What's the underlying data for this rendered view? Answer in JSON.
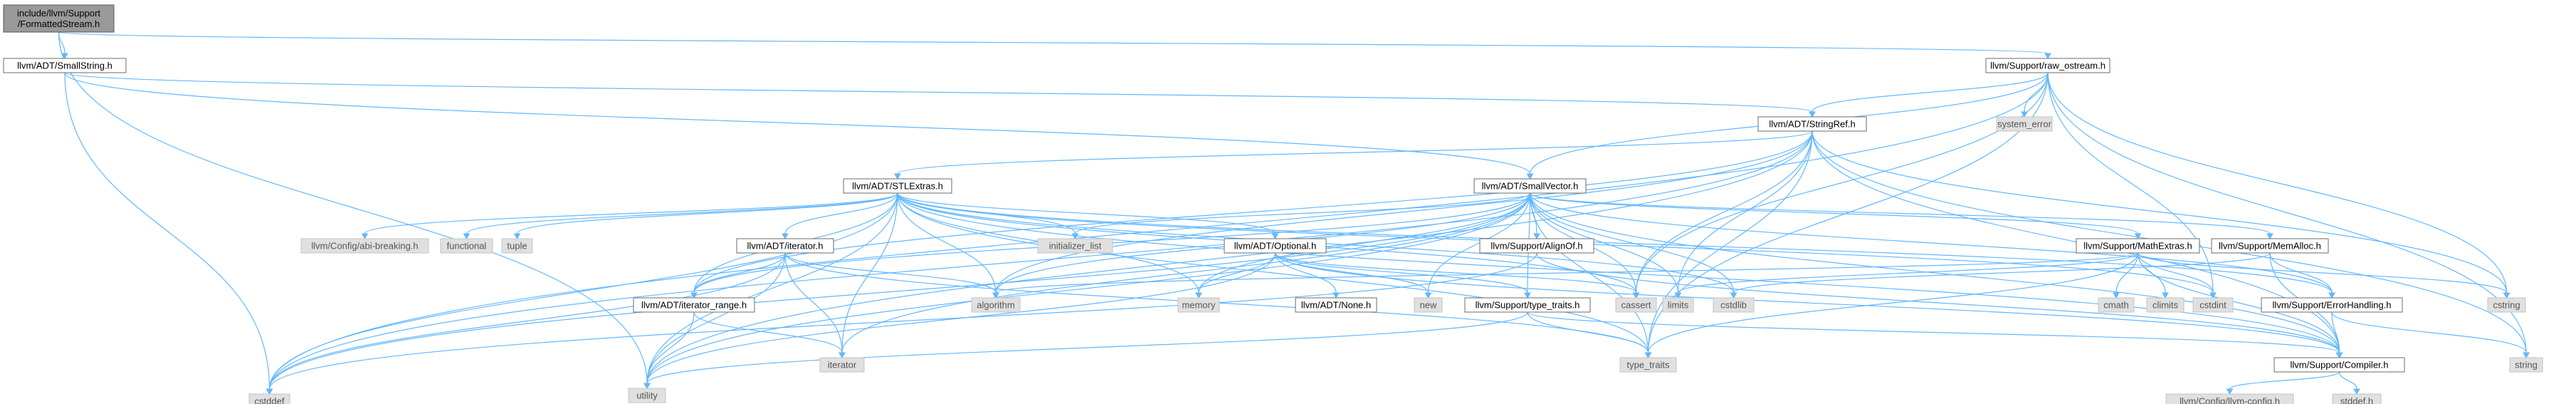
{
  "graph": {
    "kind": "include-dependency-graph",
    "root": "n0",
    "colors": {
      "edge": "#63b8ff",
      "root_fill": "#9a9a9a",
      "local_fill": "#ffffff",
      "system_fill": "#e0e0e0"
    },
    "nodes": [
      {
        "id": "n0",
        "label": [
          "include/llvm/Support",
          "/FormattedStream.h"
        ],
        "kind": "main"
      },
      {
        "id": "n1",
        "label": [
          "llvm/ADT/SmallString.h"
        ],
        "kind": "local"
      },
      {
        "id": "n2",
        "label": [
          "llvm/Support/raw_ostream.h"
        ],
        "kind": "local"
      },
      {
        "id": "n3",
        "label": [
          "utility"
        ],
        "kind": "system"
      },
      {
        "id": "n4",
        "label": [
          "llvm/ADT/StringRef.h"
        ],
        "kind": "local"
      },
      {
        "id": "n5",
        "label": [
          "llvm/ADT/SmallVector.h"
        ],
        "kind": "local"
      },
      {
        "id": "n6",
        "label": [
          "cstddef"
        ],
        "kind": "system"
      },
      {
        "id": "n7",
        "label": [
          "llvm/ADT/STLExtras.h"
        ],
        "kind": "local"
      },
      {
        "id": "n8",
        "label": [
          "system_error"
        ],
        "kind": "system"
      },
      {
        "id": "n9",
        "label": [
          "llvm/Config/abi-breaking.h"
        ],
        "kind": "system"
      },
      {
        "id": "n10",
        "label": [
          "functional"
        ],
        "kind": "system"
      },
      {
        "id": "n11",
        "label": [
          "tuple"
        ],
        "kind": "system"
      },
      {
        "id": "n12",
        "label": [
          "llvm/ADT/iterator.h"
        ],
        "kind": "local"
      },
      {
        "id": "n13",
        "label": [
          "initializer_list"
        ],
        "kind": "system"
      },
      {
        "id": "n14",
        "label": [
          "llvm/ADT/Optional.h"
        ],
        "kind": "local"
      },
      {
        "id": "n15",
        "label": [
          "llvm/Support/AlignOf.h"
        ],
        "kind": "local"
      },
      {
        "id": "n16",
        "label": [
          "llvm/Support/MathExtras.h"
        ],
        "kind": "local"
      },
      {
        "id": "n17",
        "label": [
          "llvm/Support/MemAlloc.h"
        ],
        "kind": "local"
      },
      {
        "id": "n18",
        "label": [
          "llvm/ADT/iterator_range.h"
        ],
        "kind": "local"
      },
      {
        "id": "n19",
        "label": [
          "algorithm"
        ],
        "kind": "system"
      },
      {
        "id": "n20",
        "label": [
          "memory"
        ],
        "kind": "system"
      },
      {
        "id": "n21",
        "label": [
          "llvm/ADT/None.h"
        ],
        "kind": "local"
      },
      {
        "id": "n22",
        "label": [
          "new"
        ],
        "kind": "system"
      },
      {
        "id": "n23",
        "label": [
          "llvm/Support/type_traits.h"
        ],
        "kind": "local"
      },
      {
        "id": "n24",
        "label": [
          "cassert"
        ],
        "kind": "system"
      },
      {
        "id": "n25",
        "label": [
          "limits"
        ],
        "kind": "system"
      },
      {
        "id": "n26",
        "label": [
          "cstdlib"
        ],
        "kind": "system"
      },
      {
        "id": "n27",
        "label": [
          "cmath"
        ],
        "kind": "system"
      },
      {
        "id": "n28",
        "label": [
          "climits"
        ],
        "kind": "system"
      },
      {
        "id": "n29",
        "label": [
          "cstdint"
        ],
        "kind": "system"
      },
      {
        "id": "n30",
        "label": [
          "llvm/Support/ErrorHandling.h"
        ],
        "kind": "local"
      },
      {
        "id": "n31",
        "label": [
          "cstring"
        ],
        "kind": "system"
      },
      {
        "id": "n32",
        "label": [
          "iterator"
        ],
        "kind": "system"
      },
      {
        "id": "n33",
        "label": [
          "type_traits"
        ],
        "kind": "system"
      },
      {
        "id": "n34",
        "label": [
          "llvm/Support/Compiler.h"
        ],
        "kind": "local"
      },
      {
        "id": "n35",
        "label": [
          "string"
        ],
        "kind": "system"
      },
      {
        "id": "n36",
        "label": [
          "llvm/Config/llvm-config.h"
        ],
        "kind": "system"
      },
      {
        "id": "n37",
        "label": [
          "stddef.h"
        ],
        "kind": "system"
      }
    ],
    "edges": [
      [
        "n0",
        "n1"
      ],
      [
        "n0",
        "n2"
      ],
      [
        "n0",
        "n3"
      ],
      [
        "n1",
        "n4"
      ],
      [
        "n1",
        "n5"
      ],
      [
        "n1",
        "n6"
      ],
      [
        "n2",
        "n4"
      ],
      [
        "n2",
        "n5"
      ],
      [
        "n2",
        "n8"
      ],
      [
        "n2",
        "n6"
      ],
      [
        "n2",
        "n24"
      ],
      [
        "n2",
        "n29"
      ],
      [
        "n2",
        "n31"
      ],
      [
        "n2",
        "n35"
      ],
      [
        "n2",
        "n33"
      ],
      [
        "n4",
        "n7"
      ],
      [
        "n4",
        "n18"
      ],
      [
        "n4",
        "n34"
      ],
      [
        "n4",
        "n19"
      ],
      [
        "n4",
        "n24"
      ],
      [
        "n4",
        "n6"
      ],
      [
        "n4",
        "n25"
      ],
      [
        "n4",
        "n31"
      ],
      [
        "n4",
        "n35"
      ],
      [
        "n4",
        "n33"
      ],
      [
        "n4",
        "n3"
      ],
      [
        "n5",
        "n18"
      ],
      [
        "n5",
        "n34"
      ],
      [
        "n5",
        "n16"
      ],
      [
        "n5",
        "n17"
      ],
      [
        "n5",
        "n15"
      ],
      [
        "n5",
        "n23"
      ],
      [
        "n5",
        "n30"
      ],
      [
        "n5",
        "n19"
      ],
      [
        "n5",
        "n24"
      ],
      [
        "n5",
        "n6"
      ],
      [
        "n5",
        "n26"
      ],
      [
        "n5",
        "n22"
      ],
      [
        "n5",
        "n13"
      ],
      [
        "n5",
        "n32"
      ],
      [
        "n5",
        "n20"
      ],
      [
        "n5",
        "n25"
      ],
      [
        "n5",
        "n33"
      ],
      [
        "n5",
        "n3"
      ],
      [
        "n7",
        "n9"
      ],
      [
        "n7",
        "n10"
      ],
      [
        "n7",
        "n11"
      ],
      [
        "n7",
        "n12"
      ],
      [
        "n7",
        "n13"
      ],
      [
        "n7",
        "n14"
      ],
      [
        "n7",
        "n18"
      ],
      [
        "n7",
        "n34"
      ],
      [
        "n7",
        "n30"
      ],
      [
        "n7",
        "n19"
      ],
      [
        "n7",
        "n24"
      ],
      [
        "n7",
        "n6"
      ],
      [
        "n7",
        "n26"
      ],
      [
        "n7",
        "n32"
      ],
      [
        "n7",
        "n20"
      ],
      [
        "n7",
        "n3"
      ],
      [
        "n7",
        "n29"
      ],
      [
        "n7",
        "n33"
      ],
      [
        "n12",
        "n18"
      ],
      [
        "n12",
        "n19"
      ],
      [
        "n12",
        "n6"
      ],
      [
        "n12",
        "n32"
      ],
      [
        "n12",
        "n33"
      ],
      [
        "n12",
        "n3"
      ],
      [
        "n14",
        "n21"
      ],
      [
        "n14",
        "n34"
      ],
      [
        "n14",
        "n23"
      ],
      [
        "n14",
        "n22"
      ],
      [
        "n14",
        "n20"
      ],
      [
        "n14",
        "n24"
      ],
      [
        "n14",
        "n3"
      ],
      [
        "n15",
        "n34"
      ],
      [
        "n15",
        "n6"
      ],
      [
        "n16",
        "n34"
      ],
      [
        "n16",
        "n27"
      ],
      [
        "n16",
        "n28"
      ],
      [
        "n16",
        "n29"
      ],
      [
        "n16",
        "n31"
      ],
      [
        "n16",
        "n25"
      ],
      [
        "n16",
        "n19"
      ],
      [
        "n16",
        "n33"
      ],
      [
        "n17",
        "n34"
      ],
      [
        "n17",
        "n30"
      ],
      [
        "n17",
        "n26"
      ],
      [
        "n18",
        "n3"
      ],
      [
        "n18",
        "n32"
      ],
      [
        "n23",
        "n33"
      ],
      [
        "n23",
        "n3"
      ],
      [
        "n23",
        "n34"
      ],
      [
        "n30",
        "n34"
      ],
      [
        "n30",
        "n35"
      ],
      [
        "n34",
        "n36"
      ],
      [
        "n34",
        "n37"
      ]
    ]
  }
}
